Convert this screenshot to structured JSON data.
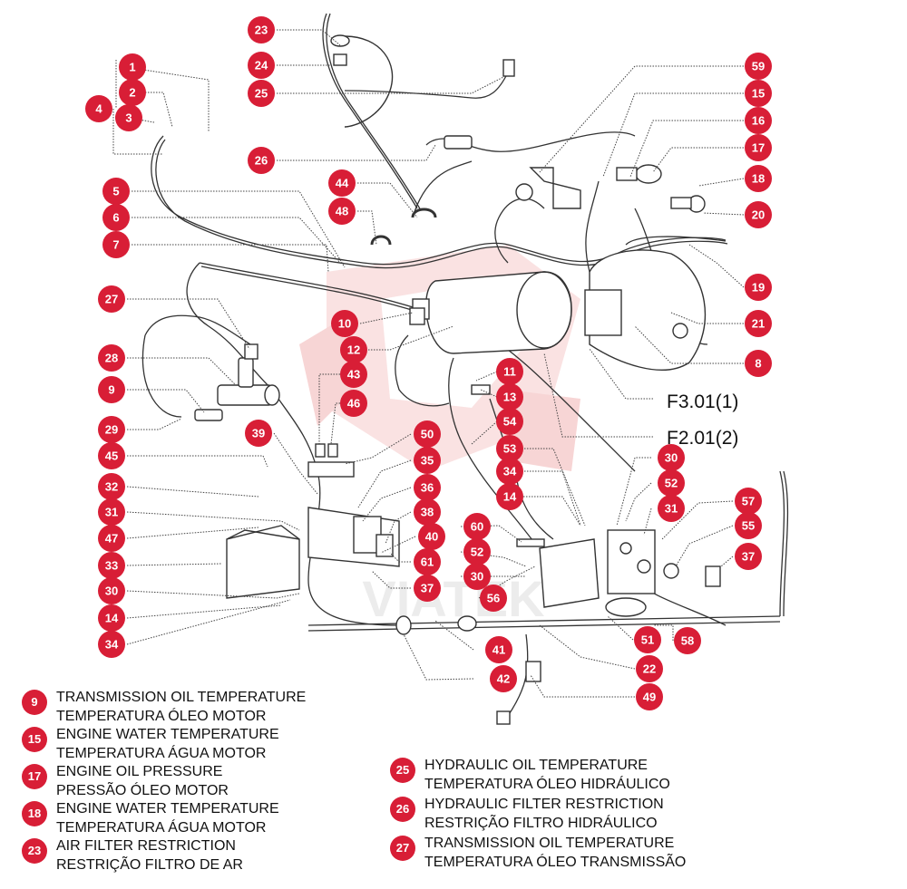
{
  "watermark": "VIATEK",
  "colors": {
    "callout": "#d81e36",
    "line": "#333333",
    "watermark": "#f3c3c3"
  },
  "callouts": [
    "1",
    "2",
    "3",
    "4",
    "5",
    "6",
    "7",
    "23",
    "24",
    "25",
    "26",
    "44",
    "48",
    "59",
    "15",
    "16",
    "17",
    "18",
    "20",
    "19",
    "21",
    "8",
    "27",
    "28",
    "9",
    "10",
    "12",
    "43",
    "46",
    "11",
    "13",
    "54",
    "39",
    "29",
    "45",
    "50",
    "35",
    "53",
    "30",
    "52",
    "31",
    "36",
    "34",
    "14",
    "57",
    "55",
    "37",
    "32",
    "31",
    "47",
    "33",
    "30",
    "14",
    "34",
    "38",
    "40",
    "61",
    "37",
    "60",
    "52",
    "30",
    "56",
    "51",
    "58",
    "41",
    "42",
    "22",
    "49"
  ],
  "references": [
    "F3.01(1)",
    "F2.01(2)"
  ],
  "legend": [
    {
      "num": "9",
      "lines": [
        "TRANSMISSION OIL TEMPERATURE",
        "TEMPERATURA ÓLEO MOTOR"
      ]
    },
    {
      "num": "15",
      "lines": [
        "ENGINE WATER TEMPERATURE",
        "TEMPERATURA ÁGUA MOTOR"
      ]
    },
    {
      "num": "17",
      "lines": [
        "ENGINE OIL PRESSURE",
        "PRESSÃO ÓLEO MOTOR"
      ]
    },
    {
      "num": "18",
      "lines": [
        "ENGINE WATER TEMPERATURE",
        "TEMPERATURA ÁGUA MOTOR"
      ]
    },
    {
      "num": "23",
      "lines": [
        "AIR FILTER RESTRICTION",
        "RESTRIÇÃO FILTRO DE AR"
      ]
    },
    {
      "num": "25",
      "lines": [
        "HYDRAULIC OIL TEMPERATURE",
        "TEMPERATURA ÓLEO HIDRÁULICO"
      ]
    },
    {
      "num": "26",
      "lines": [
        "HYDRAULIC FILTER RESTRICTION",
        "RESTRIÇÃO FILTRO HIDRÁULICO"
      ]
    },
    {
      "num": "27",
      "lines": [
        "TRANSMISSION OIL TEMPERATURE",
        "TEMPERATURA ÓLEO TRANSMISSÃO"
      ]
    }
  ]
}
